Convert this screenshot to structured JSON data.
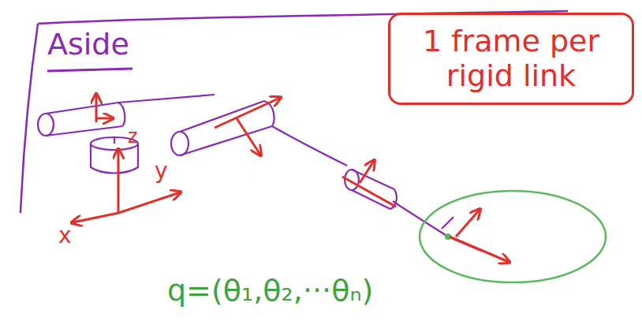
{
  "diagram": {
    "nodes": [
      {
        "text": [
          "1 frame per rigid link"
        ]
      }
    ],
    "labels": [
      "Aside",
      "x",
      "y",
      "z",
      "q=(θ₁,θ₂,···θₙ)"
    ]
  }
}
